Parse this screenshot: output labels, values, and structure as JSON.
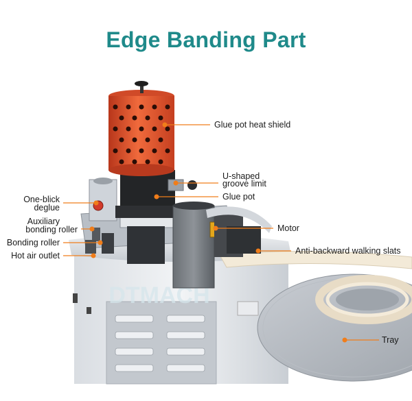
{
  "title": "Edge Banding Part",
  "brand_watermark": "DTMACH",
  "colors": {
    "title": "#1f8a8a",
    "callout": "#f07d1a",
    "heat_shield": "#e4532b"
  },
  "labels": {
    "heat_shield": "Glue pot heat shield",
    "u_groove_line1": "U-shaped",
    "u_groove_line2": "groove limit",
    "glue_pot": "Glue pot",
    "motor": "Motor",
    "anti_backward": "Anti-backward walking slats",
    "tray": "Tray",
    "deglue_line1": "One-blick",
    "deglue_line2": "deglue",
    "aux_roller_line1": "Auxiliary",
    "aux_roller_line2": "bonding roller",
    "bonding_roller": "Bonding roller",
    "hot_air_outlet": "Hot air outlet"
  }
}
